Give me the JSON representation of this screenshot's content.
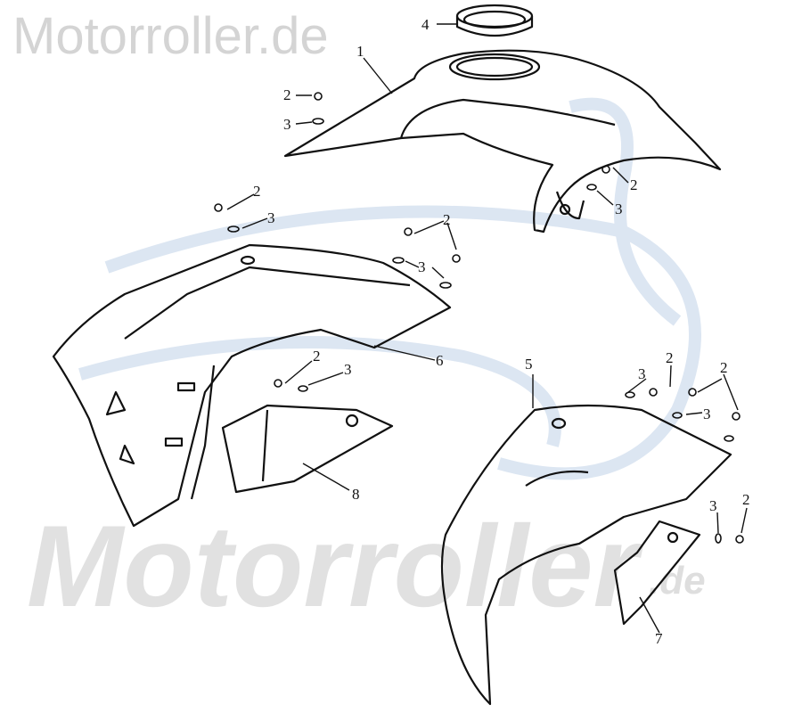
{
  "watermarks": {
    "top": "Motorroller.de",
    "bottom": "Motorroller",
    "bottom_suffix": ".de"
  },
  "callouts": [
    {
      "part": "4"
    },
    {
      "part": "1"
    },
    {
      "part": "2"
    },
    {
      "part": "3"
    },
    {
      "part": "2"
    },
    {
      "part": "3"
    },
    {
      "part": "2"
    },
    {
      "part": "3"
    },
    {
      "part": "2"
    },
    {
      "part": "3"
    },
    {
      "part": "6"
    },
    {
      "part": "2"
    },
    {
      "part": "3"
    },
    {
      "part": "8"
    },
    {
      "part": "5"
    },
    {
      "part": "3"
    },
    {
      "part": "2"
    },
    {
      "part": "2"
    },
    {
      "part": "3"
    },
    {
      "part": "3"
    },
    {
      "part": "2"
    },
    {
      "part": "7"
    }
  ],
  "colors": {
    "line": "#111111",
    "watermark": "#c8c8c8",
    "logo_swirl": "#dce6f2"
  }
}
